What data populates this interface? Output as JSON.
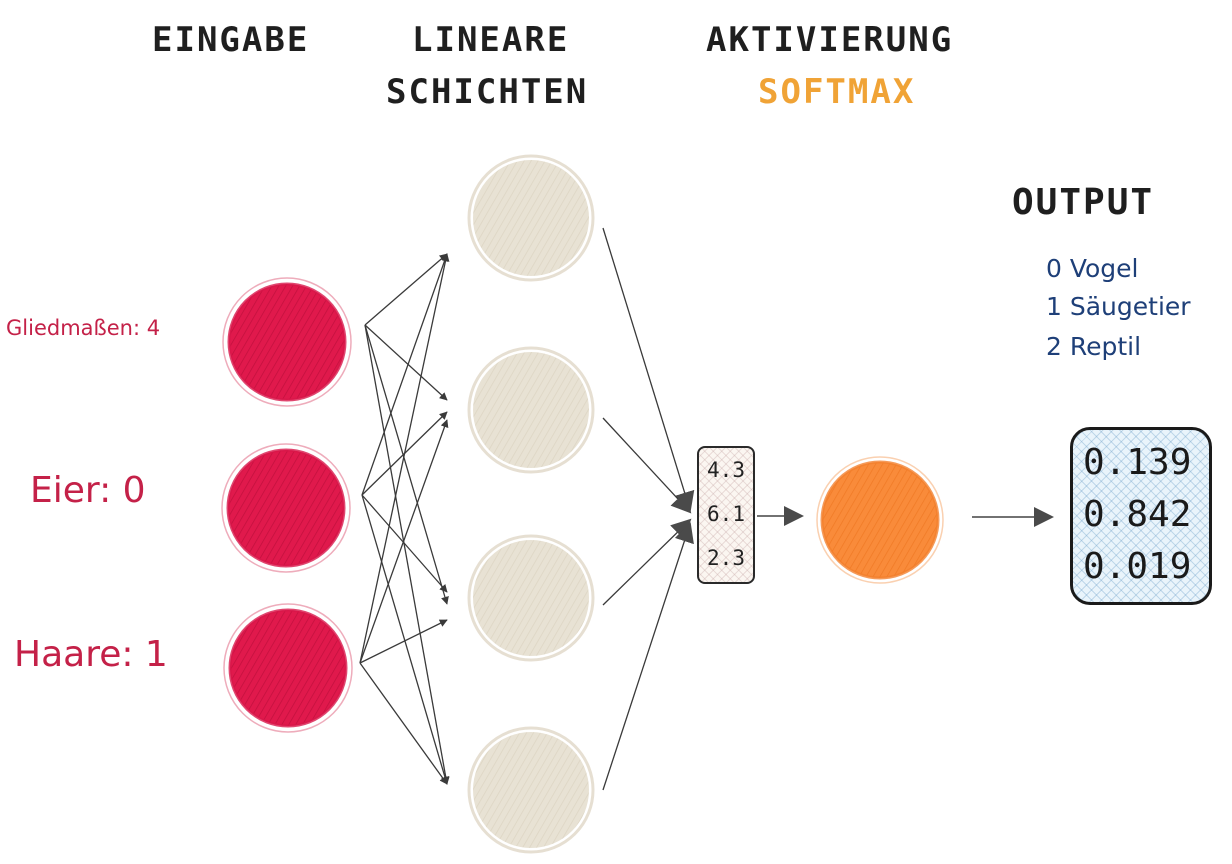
{
  "headers": {
    "eingabe": "EINGABE",
    "lineare": "LINEARE",
    "schichten": "SCHICHTEN",
    "aktivierung": "AKTIVIERUNG",
    "softmax": "SOFTMAX",
    "output": "OUTPUT"
  },
  "inputs": [
    {
      "label": "Gliedmaßen: 4"
    },
    {
      "label": "Eier: 0"
    },
    {
      "label": "Haare: 1"
    }
  ],
  "hidden_nodes": 4,
  "logits": [
    "4.3",
    "6.1",
    "2.3"
  ],
  "legend": [
    "0 Vogel",
    "1 Säugetier",
    "2 Reptil"
  ],
  "probabilities": [
    "0.139",
    "0.842",
    "0.019"
  ],
  "colors": {
    "input_node": "#e0194c",
    "hidden_node": "#e8e2d4",
    "softmax_node": "#f98b3a",
    "softmax_label": "#f0a336",
    "input_label": "#c42148",
    "legend_text": "#1e3f78"
  }
}
